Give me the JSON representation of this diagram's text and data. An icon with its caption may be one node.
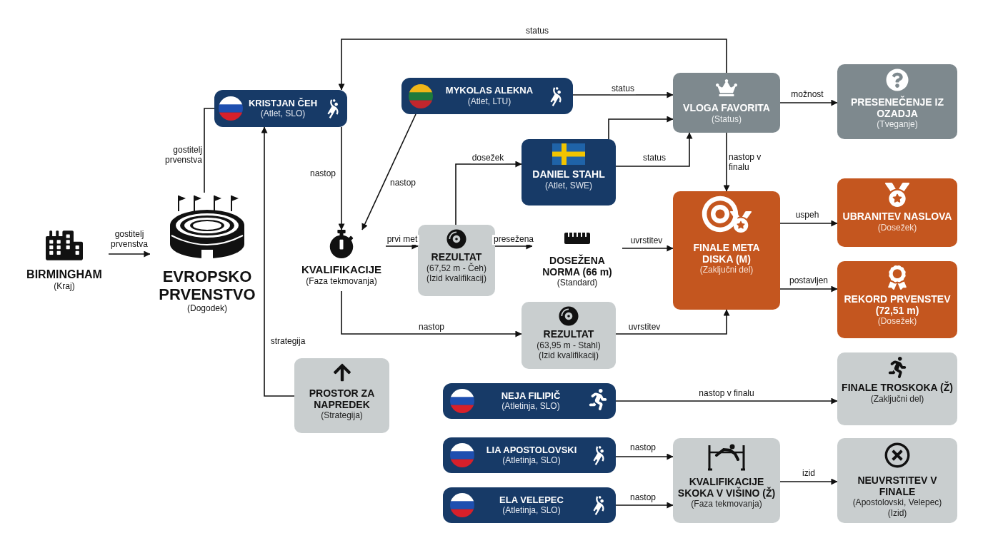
{
  "diagram": {
    "nodes": [
      {
        "text": [
          "BIRMINGHAM",
          "(Kraj)"
        ]
      },
      {
        "text": [
          "EVROPSKO PRVENSTVO",
          "(Dogodek)"
        ]
      },
      {
        "text": [
          "KRISTJAN ČEH",
          "(Atlet, SLO)"
        ]
      },
      {
        "text": [
          "MYKOLAS ALEKNA",
          "(Atlet, LTU)"
        ]
      },
      {
        "text": [
          "KVALIFIKACIJE",
          "(Faza tekmovanja)"
        ]
      },
      {
        "text": [
          "REZULTAT",
          "(67,52 m - Čeh)",
          "(Izid kvalifikacij)"
        ]
      },
      {
        "text": [
          "DANIEL STAHL",
          "(Atlet, SWE)"
        ]
      },
      {
        "text": [
          "DOSEŽENA NORMA (66 m)",
          "(Standard)"
        ]
      },
      {
        "text": [
          "VLOGA FAVORITA",
          "(Status)"
        ]
      },
      {
        "text": [
          "PRESENEČENJE IZ OZADJA",
          "(Tveganje)"
        ]
      },
      {
        "text": [
          "FINALE META DISKA (M)",
          "(Zaključni del)"
        ]
      },
      {
        "text": [
          "UBRANITEV NASLOVA",
          "(Dosežek)"
        ]
      },
      {
        "text": [
          "REKORD PRVENSTEV (72,51 m)",
          "(Dosežek)"
        ]
      },
      {
        "text": [
          "REZULTAT",
          "(63,95 m - Stahl)",
          "(Izid kvalifikacij)"
        ]
      },
      {
        "text": [
          "PROSTOR ZA NAPREDEK",
          "(Strategija)"
        ]
      },
      {
        "text": [
          "NEJA FILIPIČ",
          "(Atletinja, SLO)"
        ]
      },
      {
        "text": [
          "FINALE TROSKOKA (Ž)",
          "(Zaključni del)"
        ]
      },
      {
        "text": [
          "LIA APOSTOLOVSKI",
          "(Atletinja, SLO)"
        ]
      },
      {
        "text": [
          "ELA VELEPEC",
          "(Atletinja, SLO)"
        ]
      },
      {
        "text": [
          "KVALIFIKACIJE SKOKA V VIŠINO (Ž)",
          "(Faza tekmovanja)"
        ]
      },
      {
        "text": [
          "NEUVRSTITEV V FINALE",
          "(Apostolovski, Velepec)",
          "(Izid)"
        ]
      }
    ],
    "edges": [
      {
        "from": 0,
        "to": 1,
        "arrow": "to",
        "label": "gostitelj prvenstva"
      },
      {
        "from": 1,
        "to": 2,
        "arrow": "none",
        "label": "gostitelj prvenstva"
      },
      {
        "from": 8,
        "to": 2,
        "arrow": "to",
        "label": "status"
      },
      {
        "from": 2,
        "to": 4,
        "arrow": "to",
        "label": "nastop"
      },
      {
        "from": 3,
        "to": 4,
        "arrow": "to",
        "label": "nastop"
      },
      {
        "from": 4,
        "to": 5,
        "arrow": "to",
        "label": "prvi met"
      },
      {
        "from": 5,
        "to": 6,
        "arrow": "to",
        "label": "dosežek"
      },
      {
        "from": 5,
        "to": 7,
        "arrow": "to",
        "label": "presežena"
      },
      {
        "from": 7,
        "to": 10,
        "arrow": "to",
        "label": "uvrstitev"
      },
      {
        "from": 3,
        "to": 8,
        "arrow": "to",
        "label": "status"
      },
      {
        "from": 6,
        "to": 8,
        "arrow": "to"
      },
      {
        "from": 6,
        "to": 8,
        "arrow": "to",
        "label": "status"
      },
      {
        "from": 8,
        "to": 9,
        "arrow": "to",
        "label": "možnost"
      },
      {
        "from": 8,
        "to": 10,
        "arrow": "to",
        "label": "nastop v finalu"
      },
      {
        "from": 10,
        "to": 11,
        "arrow": "to",
        "label": "uspeh"
      },
      {
        "from": 10,
        "to": 12,
        "arrow": "to",
        "label": "postavljen"
      },
      {
        "from": 4,
        "to": 13,
        "arrow": "to",
        "label": "nastop"
      },
      {
        "from": 13,
        "to": 10,
        "arrow": "to",
        "label": "uvrstitev"
      },
      {
        "from": 14,
        "to": 2,
        "arrow": "to",
        "label": "strategija"
      },
      {
        "from": 15,
        "to": 16,
        "arrow": "to",
        "label": "nastop v finalu"
      },
      {
        "from": 17,
        "to": 19,
        "arrow": "to",
        "label": "nastop"
      },
      {
        "from": 18,
        "to": 19,
        "arrow": "to",
        "label": "nastop"
      },
      {
        "from": 19,
        "to": 20,
        "arrow": "to",
        "label": "izid"
      }
    ]
  }
}
